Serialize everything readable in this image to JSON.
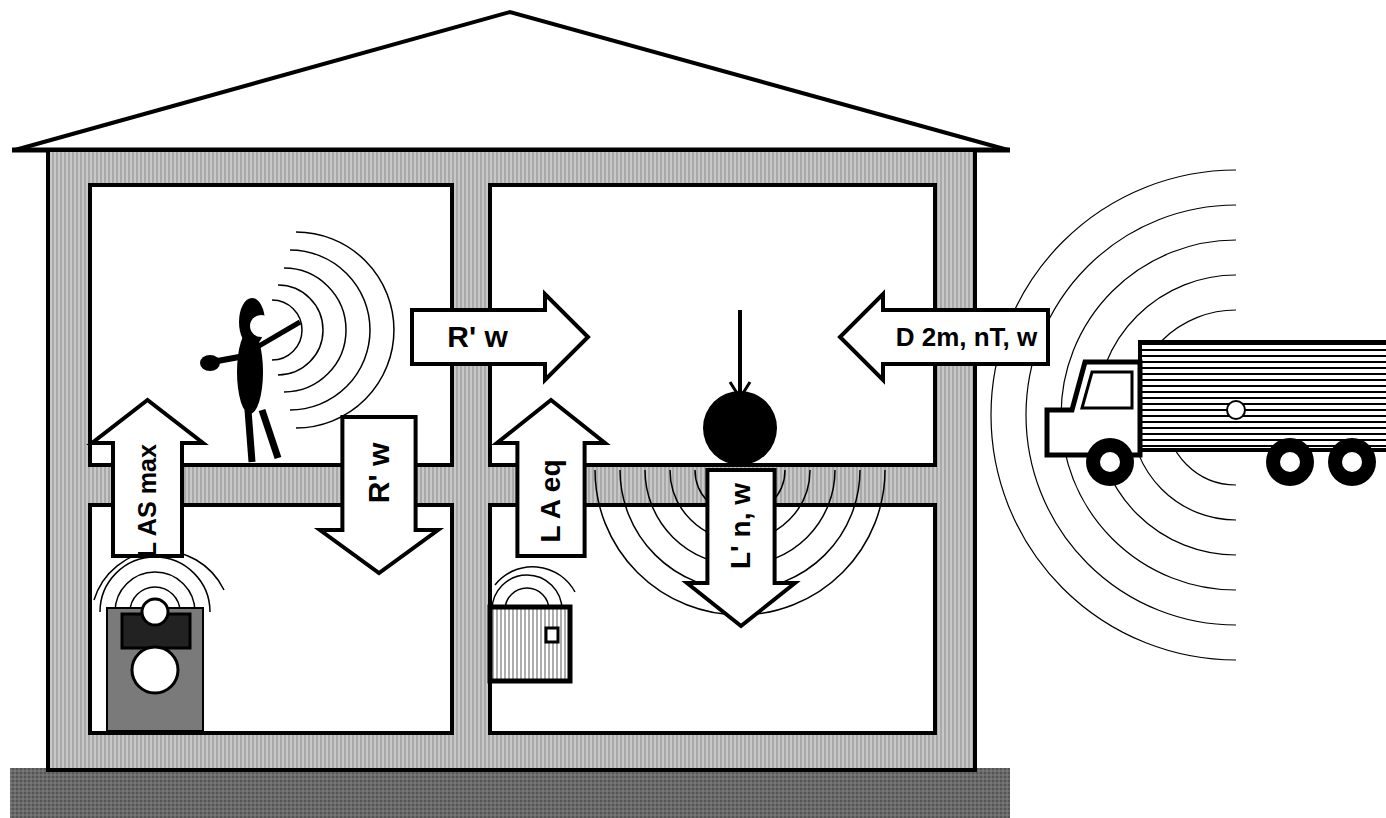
{
  "diagram": {
    "nodes": [
      {
        "text": [
          "R' w"
        ]
      },
      {
        "text": [
          "D 2m, nT, w"
        ]
      },
      {
        "text": [
          "L AS max"
        ]
      },
      {
        "text": [
          "R' w"
        ]
      },
      {
        "text": [
          "L A eq"
        ]
      },
      {
        "text": [
          "L' n, w"
        ]
      }
    ]
  }
}
